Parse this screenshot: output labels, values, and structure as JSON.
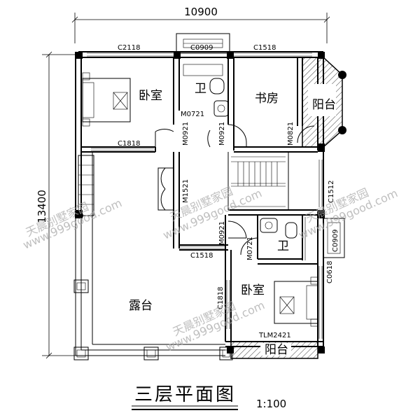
{
  "dimensions": {
    "width_total": "10900",
    "height_total": "13400"
  },
  "rooms": {
    "bedroom_top": "卧室",
    "study": "书房",
    "balcony_top": "阳台",
    "terrace": "露台",
    "bedroom_bottom": "卧室",
    "balcony_bottom": "阳台"
  },
  "fixtures": {
    "toilet_top": "卫",
    "toilet_mid": "卫"
  },
  "labels": {
    "c2118": "C2118",
    "c0909_top": "C0909",
    "c1518_top": "C1518",
    "m0721_top": "M0721",
    "m0921_a": "M0921",
    "m0921_b": "M0921",
    "m0821": "M0821",
    "c1818_top": "C1818",
    "m1521": "M1521",
    "c1512": "C1512",
    "m0921_c": "M0921",
    "m0721_mid": "M0721",
    "c0909_mid": "C0909",
    "c1518_mid": "C1518",
    "c0618": "C0618",
    "c1818_side": "C1818",
    "tlm2421": "TLM2421"
  },
  "watermarks": {
    "brand": "天晨别墅家园",
    "url": "www.999good.com"
  },
  "title": "三层平面图",
  "scale": "1:100"
}
